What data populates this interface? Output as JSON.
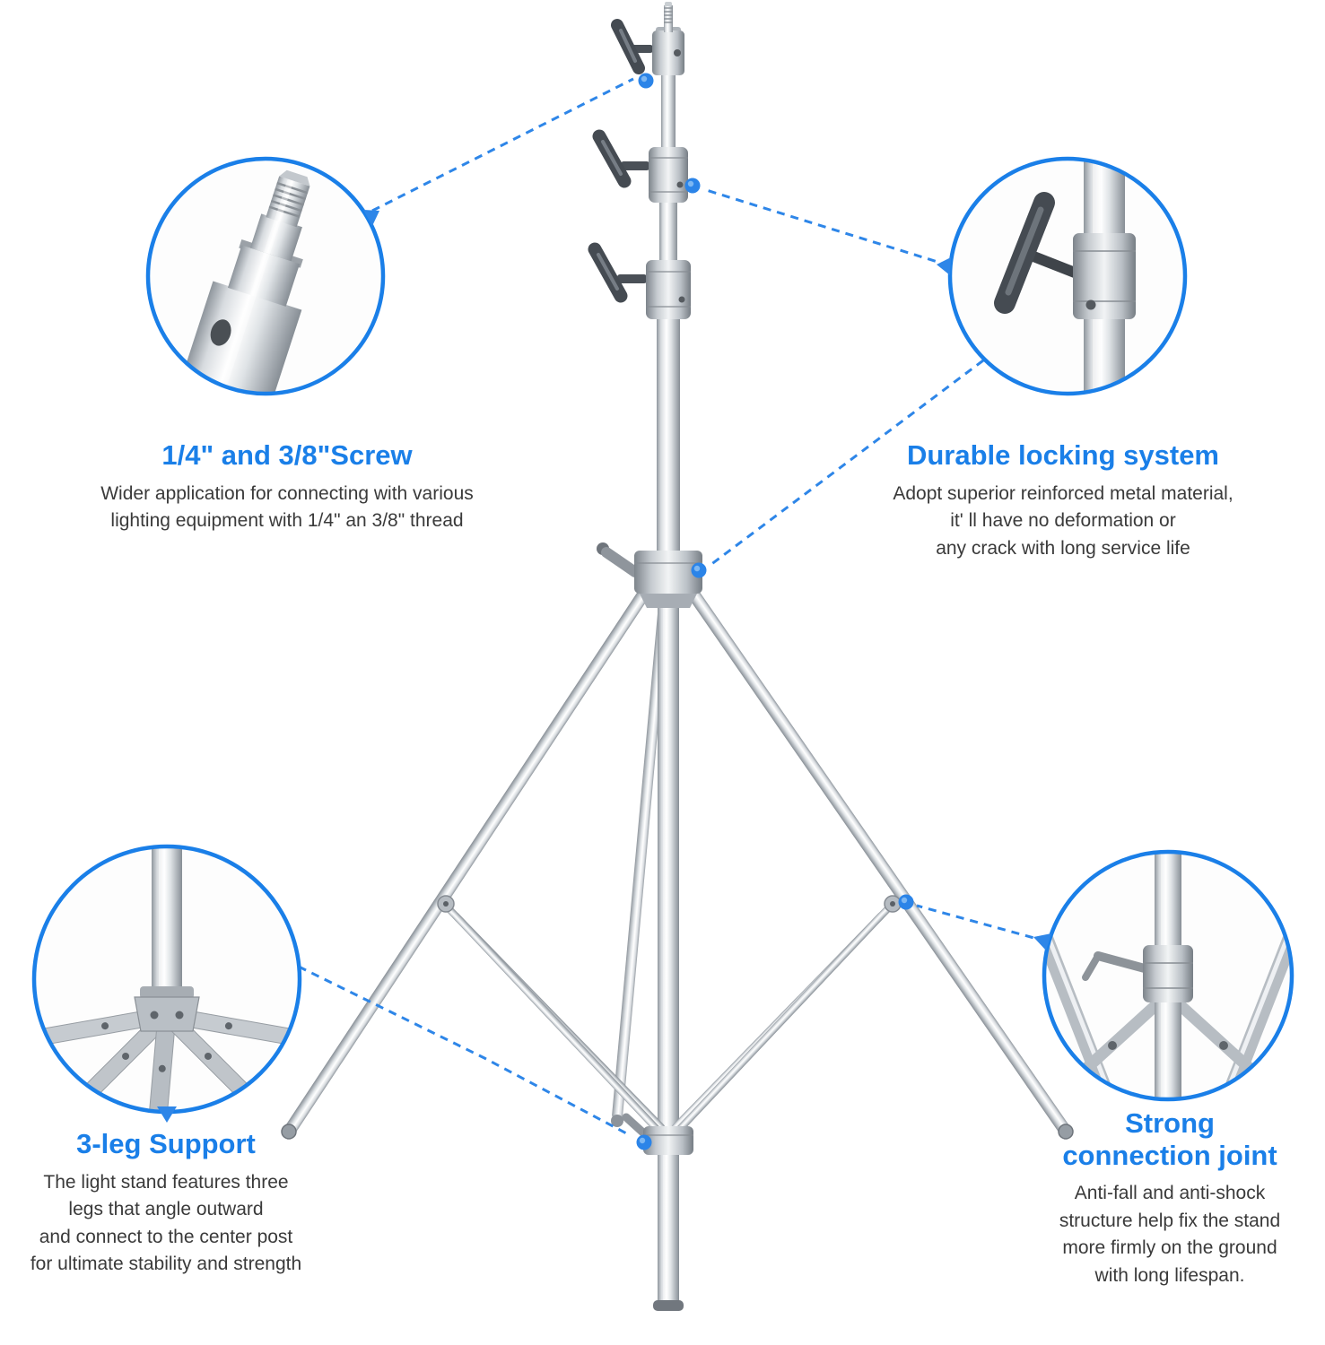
{
  "colors": {
    "accent": "#1a7fe8",
    "body_text": "#3a3a3a",
    "background": "#ffffff",
    "metal_light": "#f2f4f5",
    "metal_dark": "#878e95",
    "knob_dark": "#454b52"
  },
  "callouts": [
    {
      "id": "screw",
      "title": "1/4\" and 3/8\"Screw",
      "body_lines": [
        "Wider application for connecting with various",
        "lighting equipment with 1/4\" an 3/8\" thread"
      ]
    },
    {
      "id": "locking",
      "title": "Durable locking system",
      "body_lines": [
        "Adopt superior reinforced metal material,",
        "it' ll have no deformation or",
        "any crack  with long service life"
      ]
    },
    {
      "id": "legs",
      "title": "3-leg Support",
      "body_lines": [
        "The light stand features three",
        "legs that angle outward",
        "and connect to the center post",
        "for ultimate stability and strength"
      ]
    },
    {
      "id": "joint",
      "title_lines": [
        "Strong",
        "connection joint"
      ],
      "body_lines": [
        "Anti-fall and anti-shock",
        "structure help fix the stand",
        "more firmly on the ground",
        "with long lifespan."
      ]
    }
  ]
}
